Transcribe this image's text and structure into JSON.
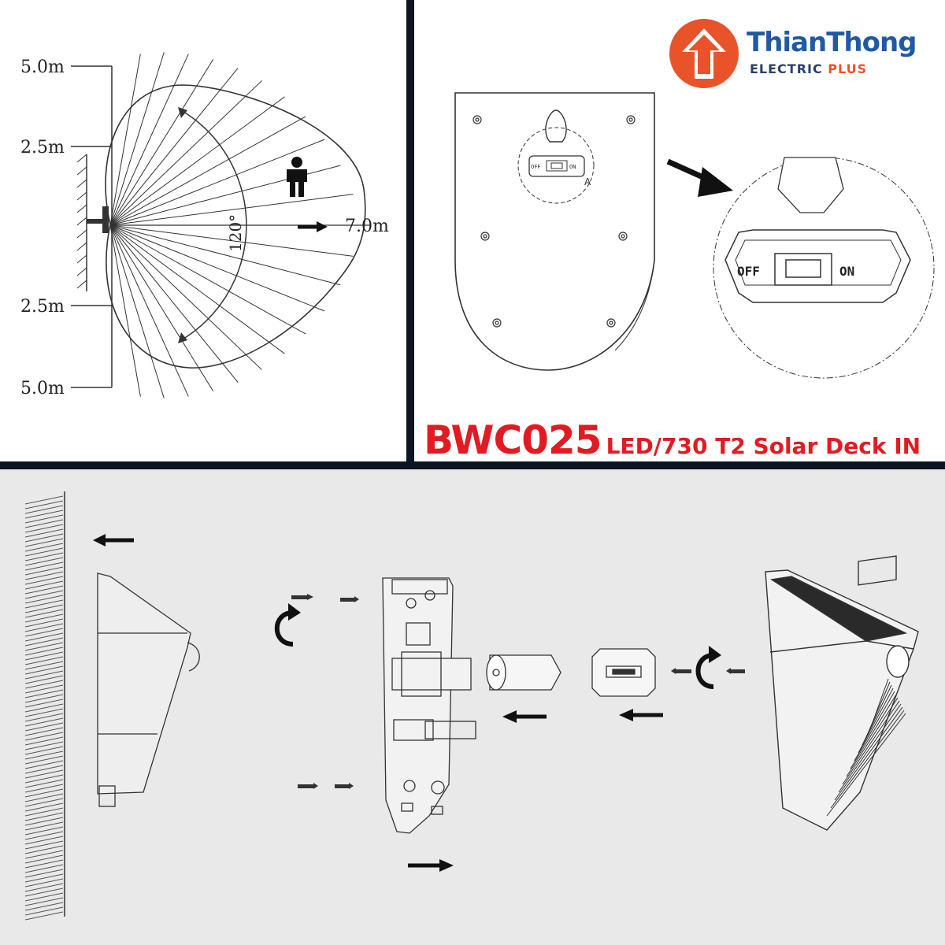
{
  "range_diagram": {
    "distance_labels": [
      "5.0m",
      "2.5m",
      "2.5m",
      "5.0m"
    ],
    "range_label": "7.0m",
    "angle_label": "120°"
  },
  "switch_diagram": {
    "off_label": "OFF",
    "on_label": "ON",
    "callout_label": "A"
  },
  "brand": {
    "name": "ThianThong",
    "sub_main": "ELECTRIC ",
    "sub_plus": "PLUS",
    "logo_color": "#e8532a",
    "text_color": "#1f5aa8"
  },
  "product": {
    "model": "BWC025",
    "description": "LED/730 T2 Solar Deck IN",
    "color": "#e21b22"
  },
  "icons": [
    "person-icon",
    "arrow-right-icon",
    "arrow-left-icon",
    "rotate-icon",
    "screw-icon",
    "logo-house-arrow-icon"
  ]
}
